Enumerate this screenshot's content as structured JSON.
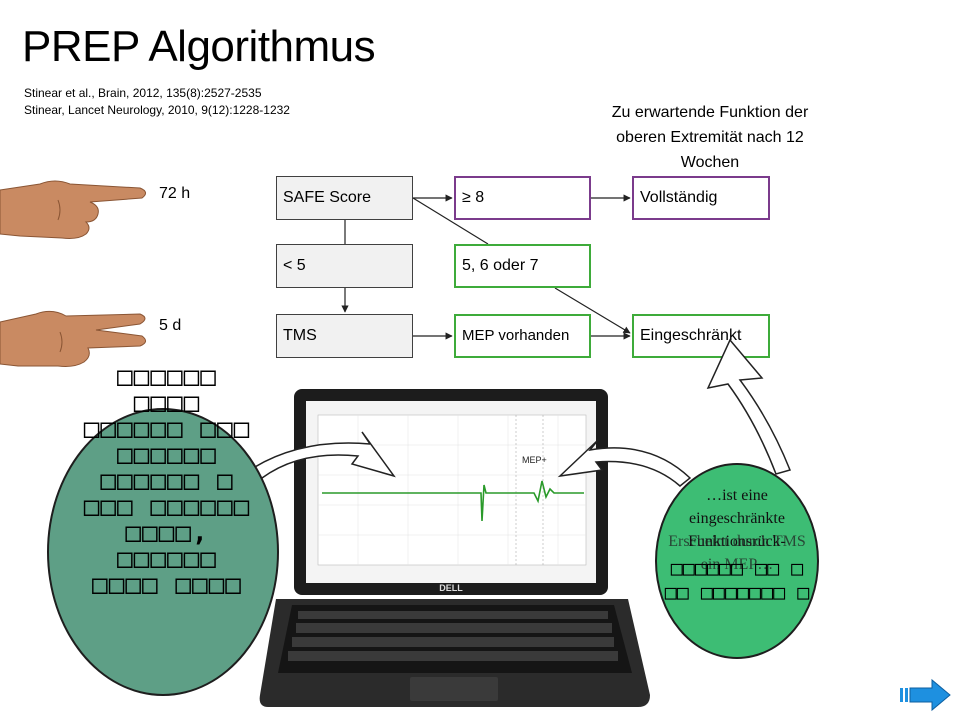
{
  "title": "PREP Algorithmus",
  "references": [
    "Stinear et al., Brain, 2012, 135(8):2527-2535",
    "Stinear, Lancet Neurology, 2010, 9(12):1228-1232"
  ],
  "outcome_header": "Zu erwartende Funktion der oberen Extremität nach 12 Wochen",
  "timepoints": {
    "first": "72 h",
    "second": "5 d"
  },
  "boxes": {
    "safe_score": "SAFE Score",
    "lt5": "< 5",
    "tms": "TMS",
    "ge8": "≥ 8",
    "score_567": "5, 6 oder 7",
    "mep": "MEP vorhanden",
    "vollstaendig": "Vollständig",
    "eingeschraenkt": "Eingeschränkt"
  },
  "right_bubble": {
    "line_a": "…ist eine eingeschränkte Funktionsrück-",
    "line_b": "Erscheint durch TMS ein MEP…"
  },
  "laptop": {
    "brand": "DELL",
    "signal_label": "MEP+"
  },
  "colors": {
    "purple_box": "#7b3b8c",
    "green_box": "#3eab3a",
    "bubble_green": "#3dbd74",
    "bubble_teal": "#5e9f86",
    "nav_arrow": "#1e90e0"
  },
  "icons": [
    "pointing-hand-icon",
    "two-finger-hand-icon",
    "next-slide-arrow-icon"
  ]
}
